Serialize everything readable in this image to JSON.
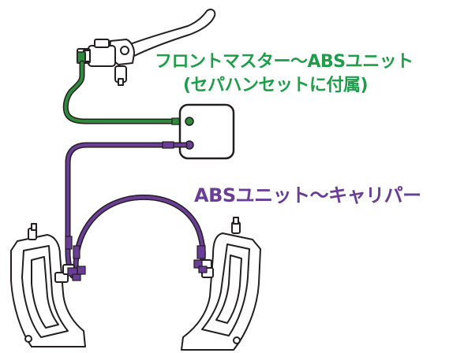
{
  "labels": {
    "master_to_abs": {
      "line1": "フロントマスター〜ABSユニット",
      "line2": "(セパハンセットに付属)"
    },
    "abs_to_caliper": "ABSユニット〜キャリパー"
  },
  "colors": {
    "green_hose": "#2f8a3e",
    "green_text": "#1e9e4a",
    "purple_hose": "#6a3d96",
    "purple_text": "#6a3d96",
    "outline": "#231f20",
    "fill": "#ffffff"
  },
  "parts": [
    "brake-lever",
    "front-master-cylinder",
    "abs-unit",
    "left-brake-caliper",
    "right-brake-caliper",
    "green-brake-hose",
    "purple-brake-hose"
  ]
}
